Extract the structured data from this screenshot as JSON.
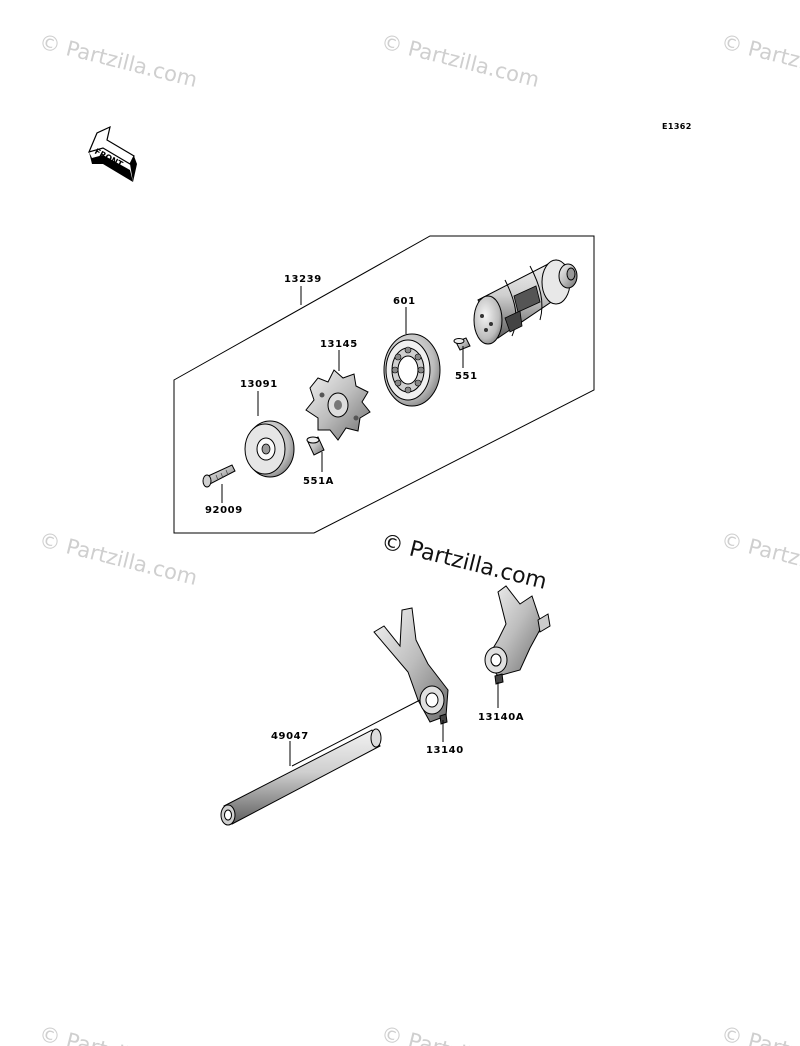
{
  "diagram_code": "E1362",
  "front_label": "FRONT",
  "watermark": "© Partzilla.com",
  "watermark_center": "© Partzilla.com",
  "parts": {
    "p13239": "13239",
    "p601": "601",
    "p13145": "13145",
    "p551": "551",
    "p13091": "13091",
    "p551A": "551A",
    "p92009": "92009",
    "p49047": "49047",
    "p13140": "13140",
    "p13140A": "13140A"
  }
}
